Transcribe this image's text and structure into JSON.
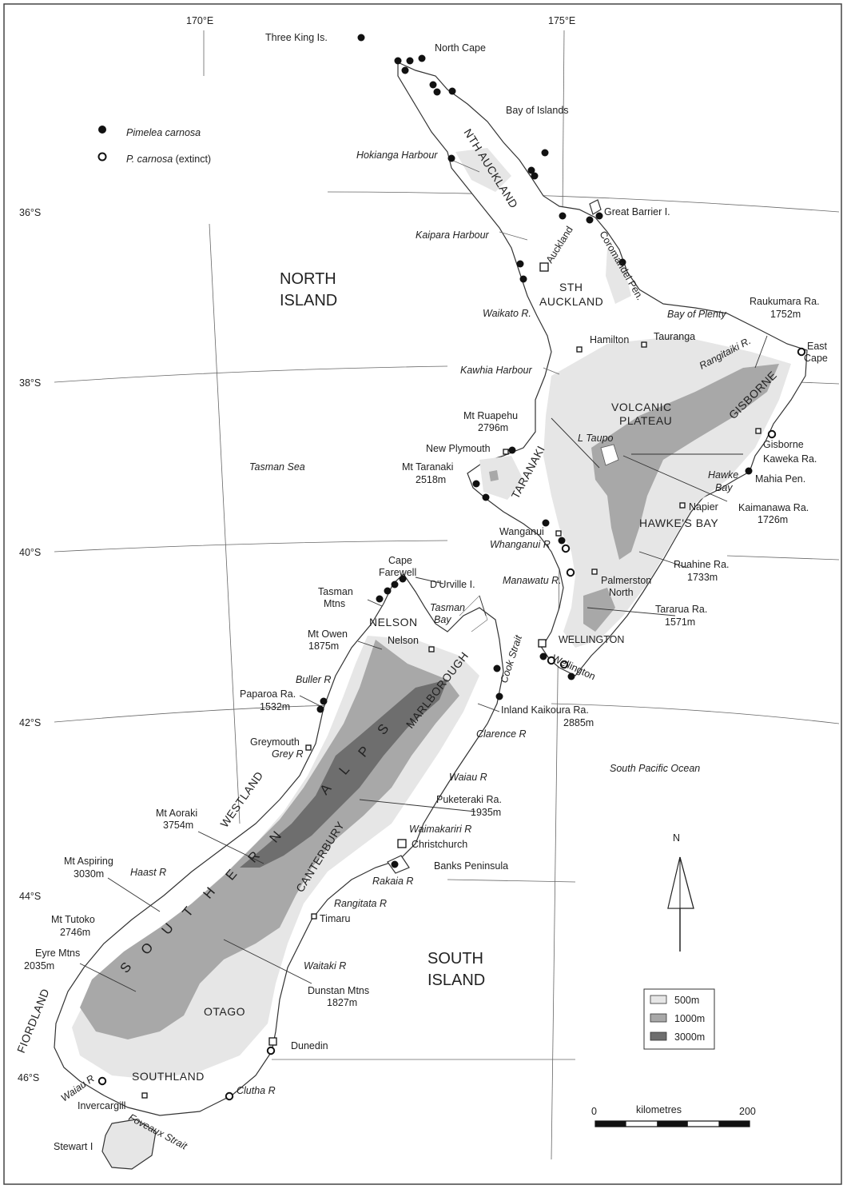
{
  "graticule": {
    "lon_labels": [
      "170°E",
      "175°E"
    ],
    "lat_labels": [
      "36°S",
      "38°S",
      "40°S",
      "42°S",
      "44°S",
      "46°S"
    ]
  },
  "legend": {
    "extant_label": "Pimelea carnosa",
    "extinct_prefix": "P. carnosa",
    "extinct_suffix": " (extinct)"
  },
  "elevation_legend": {
    "items": [
      {
        "label": "500m",
        "color": "#e6e6e6"
      },
      {
        "label": "1000m",
        "color": "#a8a8a8"
      },
      {
        "label": "3000m",
        "color": "#6e6e6e"
      }
    ]
  },
  "scale_bar": {
    "start": "0",
    "unit": "kilometres",
    "end": "200"
  },
  "north_arrow": {
    "label": "N"
  },
  "islands": {
    "north": [
      "NORTH",
      "ISLAND"
    ],
    "south": [
      "SOUTH",
      "ISLAND"
    ]
  },
  "seas": {
    "tasman": "Tasman Sea",
    "pacific": "South Pacific Ocean"
  },
  "regions": {
    "nth_auckland": "NTH AUCKLAND",
    "auckland": "Auckland",
    "sth_auckland": [
      "STH",
      "AUCKLAND"
    ],
    "volcanic_plateau": [
      "VOLCANIC",
      "PLATEAU"
    ],
    "gisborne": "GISBORNE",
    "taranaki": "TARANAKI",
    "hawkes_bay": "HAWKE'S BAY",
    "wellington_region": "WELLINGTON",
    "wellington_city": "Wellington",
    "nelson": "NELSON",
    "marlborough": "MARLBOROUGH",
    "westland": "WESTLAND",
    "canterbury": "CANTERBURY",
    "otago": "OTAGO",
    "southland": "SOUTHLAND",
    "fiordland": "FIORDLAND",
    "alps_letters": [
      "A",
      "L",
      "P",
      "S"
    ],
    "southern_letters": [
      "S",
      "O",
      "U",
      "T",
      "H",
      "E",
      "R",
      "N"
    ]
  },
  "places": {
    "three_kings": "Three King Is.",
    "north_cape": "North Cape",
    "bay_of_islands": "Bay of Islands",
    "hokianga": "Hokianga Harbour",
    "great_barrier": "Great Barrier I.",
    "kaipara": "Kaipara Harbour",
    "coromandel": "Coromandel Pen.",
    "waikato": "Waikato R.",
    "bay_of_plenty": "Bay of Plenty",
    "raukumara": [
      "Raukumara Ra.",
      "1752m"
    ],
    "hamilton": "Hamilton",
    "tauranga": "Tauranga",
    "rangitaiki": "Rangitaiki R.",
    "east_cape": [
      "East",
      "Cape"
    ],
    "kawhia": "Kawhia Harbour",
    "ruapehu": [
      "Mt Ruapehu",
      "2796m"
    ],
    "l_taupo": "L Taupo",
    "new_plymouth": "New Plymouth",
    "gisborne_town": "Gisborne",
    "kaweka": "Kaweka Ra.",
    "taranaki_mt": [
      "Mt Taranaki",
      "2518m"
    ],
    "hawke_bay": [
      "Hawke",
      "Bay"
    ],
    "mahia": "Mahia Pen.",
    "napier": "Napier",
    "kaimanawa": [
      "Kaimanawa Ra.",
      "1726m"
    ],
    "wanganui": "Wanganui",
    "whanganui_r": "Whanganui R",
    "ruahine": [
      "Ruahine Ra.",
      "1733m"
    ],
    "cape_farewell": [
      "Cape",
      "Farewell"
    ],
    "durville": "D'Urville I.",
    "manawatu": "Manawatu R.",
    "palmerston": [
      "Palmerston",
      "North"
    ],
    "tasman_mtns": [
      "Tasman",
      "Mtns"
    ],
    "tasman_bay": [
      "Tasman",
      "Bay"
    ],
    "tararua": [
      "Tararua Ra.",
      "1571m"
    ],
    "mt_owen": [
      "Mt Owen",
      "1875m"
    ],
    "nelson_town": "Nelson",
    "cook_strait": "Cook Strait",
    "buller": "Buller R",
    "paparoa": [
      "Paparoa Ra.",
      "1532m"
    ],
    "inland_kaikoura": [
      "Inland Kaikoura Ra.",
      "2885m"
    ],
    "clarence": "Clarence R",
    "greymouth": "Greymouth",
    "grey_r": "Grey R",
    "waiau_north": "Waiau R",
    "puketeraki": [
      "Puketeraki Ra.",
      "1935m"
    ],
    "aoraki": [
      "Mt Aoraki",
      "3754m"
    ],
    "waimakariri": "Waimakariri R",
    "christchurch": "Christchurch",
    "aspiring": [
      "Mt Aspiring",
      "3030m"
    ],
    "haast": "Haast R",
    "banks": "Banks Peninsula",
    "rakaia": "Rakaia R",
    "tutoko": [
      "Mt Tutoko",
      "2746m"
    ],
    "rangitata": "Rangitata R",
    "timaru": "Timaru",
    "eyre": [
      "Eyre Mtns",
      "2035m"
    ],
    "waitaki": "Waitaki R",
    "dunstan": [
      "Dunstan Mtns",
      "1827m"
    ],
    "dunedin": "Dunedin",
    "waiau_south": "Waiau R",
    "invercargill": "Invercargill",
    "foveaux": "Foveaux Strait",
    "clutha": "Clutha R",
    "stewart": "Stewart I"
  }
}
